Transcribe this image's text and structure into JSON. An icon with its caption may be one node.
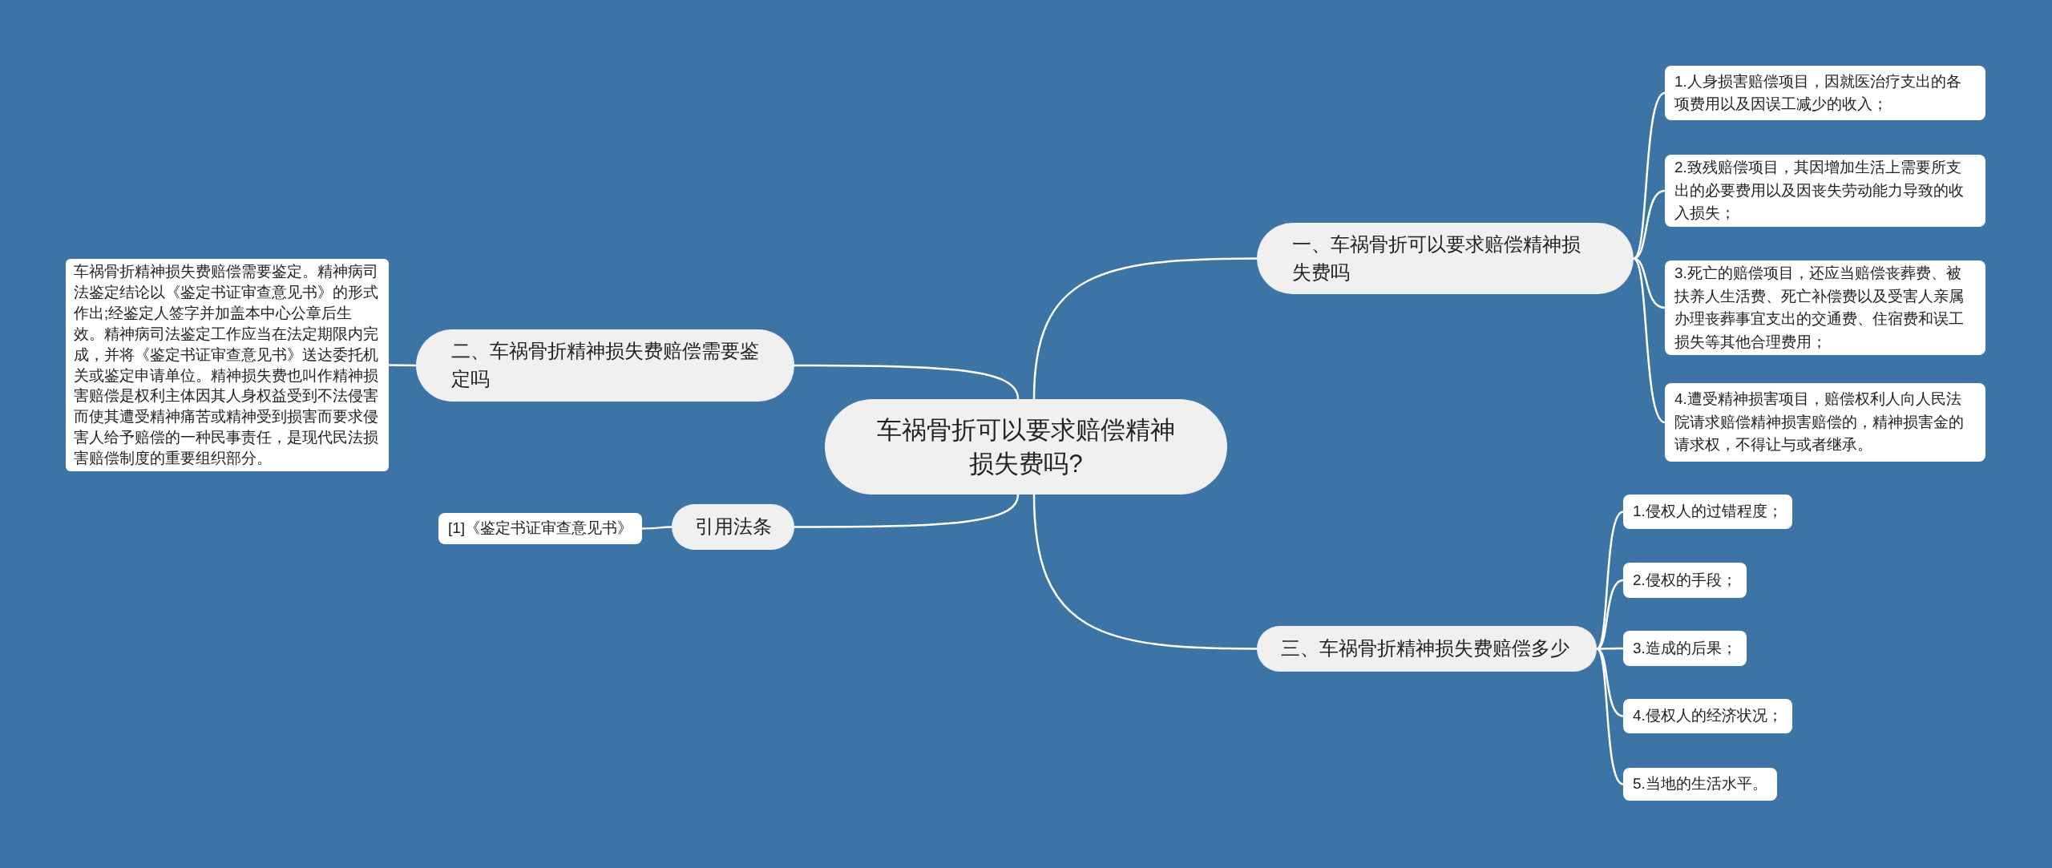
{
  "diagram": {
    "nodes": [
      {
        "text": [
          "车祸骨折可以要求赔偿精神损失费吗?"
        ]
      },
      {
        "text": [
          "一、车祸骨折可以要求赔偿精神损失费吗"
        ]
      },
      {
        "text": [
          "1.人身损害赔偿项目，因就医治疗支出的各项费用以及因误工减少的收入；"
        ]
      },
      {
        "text": [
          "2.致残赔偿项目，其因增加生活上需要所支出的必要费用以及因丧失劳动能力导致的收入损失；"
        ]
      },
      {
        "text": [
          "3.死亡的赔偿项目，还应当赔偿丧葬费、被扶养人生活费、死亡补偿费以及受害人亲属办理丧葬事宜支出的交通费、住宿费和误工损失等其他合理费用；"
        ]
      },
      {
        "text": [
          "4.遭受精神损害项目，赔偿权利人向人民法院请求赔偿精神损害赔偿的，精神损害金的请求权，不得让与或者继承。"
        ]
      },
      {
        "text": [
          "二、车祸骨折精神损失费赔偿需要鉴定吗"
        ]
      },
      {
        "text": [
          "车祸骨折精神损失费赔偿需要鉴定。精神病司法鉴定结论以《鉴定书证审查意见书》的形式作出;经鉴定人签字并加盖本中心公章后生效。精神病司法鉴定工作应当在法定期限内完成，并将《鉴定书证审查意见书》送达委托机关或鉴定申请单位。精神损失费也叫作精神损害赔偿是权利主体因其人身权益受到不法侵害而使其遭受精神痛苦或精神受到损害而要求侵害人给予赔偿的一种民事责任，是现代民法损害赔偿制度的重要组织部分。"
        ]
      },
      {
        "text": [
          "引用法条"
        ]
      },
      {
        "text": [
          "[1]《鉴定书证审查意见书》"
        ]
      },
      {
        "text": [
          "三、车祸骨折精神损失费赔偿多少"
        ]
      },
      {
        "text": [
          "1.侵权人的过错程度；"
        ]
      },
      {
        "text": [
          "2.侵权的手段；"
        ]
      },
      {
        "text": [
          "3.造成的后果；"
        ]
      },
      {
        "text": [
          "4.侵权人的经济状况；"
        ]
      },
      {
        "text": [
          "5.当地的生活水平。"
        ]
      }
    ],
    "edges": [
      {
        "from": 0,
        "to": 1,
        "arrow": "none"
      },
      {
        "from": 1,
        "to": 2,
        "arrow": "none"
      },
      {
        "from": 1,
        "to": 3,
        "arrow": "none"
      },
      {
        "from": 1,
        "to": 4,
        "arrow": "none"
      },
      {
        "from": 1,
        "to": 5,
        "arrow": "none"
      },
      {
        "from": 0,
        "to": 6,
        "arrow": "none"
      },
      {
        "from": 6,
        "to": 7,
        "arrow": "none"
      },
      {
        "from": 0,
        "to": 8,
        "arrow": "none"
      },
      {
        "from": 8,
        "to": 9,
        "arrow": "none"
      },
      {
        "from": 0,
        "to": 10,
        "arrow": "none"
      },
      {
        "from": 10,
        "to": 11,
        "arrow": "none"
      },
      {
        "from": 10,
        "to": 12,
        "arrow": "none"
      },
      {
        "from": 10,
        "to": 13,
        "arrow": "none"
      },
      {
        "from": 10,
        "to": 14,
        "arrow": "none"
      },
      {
        "from": 10,
        "to": 15,
        "arrow": "none"
      }
    ]
  }
}
